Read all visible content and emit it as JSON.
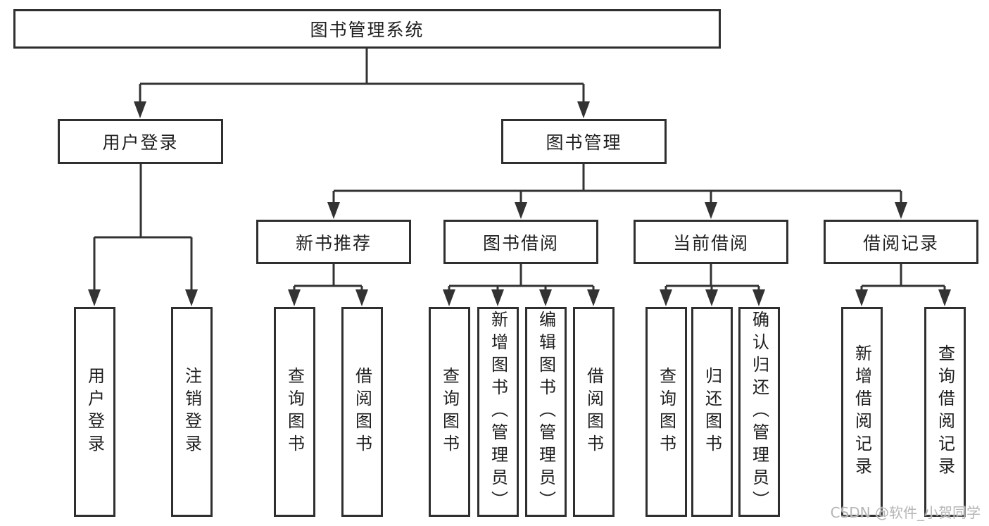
{
  "diagram": {
    "title": "图书管理系统",
    "nodes": {
      "root": "图书管理系统",
      "user_login": "用户登录",
      "book_mgmt": "图书管理",
      "new_book_rec": "新书推荐",
      "book_borrow": "图书借阅",
      "current_borrow": "当前借阅",
      "borrow_records": "借阅记录",
      "leaf_user_login": "用户登录",
      "leaf_logout": "注销登录",
      "leaf_nr_query": "查询图书",
      "leaf_nr_borrow": "借阅图书",
      "leaf_bb_query": "查询图书",
      "leaf_bb_add": "新增图书（管理员）",
      "leaf_bb_edit": "编辑图书（管理员）",
      "leaf_bb_borrow": "借阅图书",
      "leaf_cb_query": "查询图书",
      "leaf_cb_return": "归还图书",
      "leaf_cb_confirm": "确认归还（管理员）",
      "leaf_br_add": "新增借阅记录",
      "leaf_br_query": "查询借阅记录"
    },
    "hierarchy": {
      "图书管理系统": {
        "用户登录": [
          "用户登录",
          "注销登录"
        ],
        "图书管理": {
          "新书推荐": [
            "查询图书",
            "借阅图书"
          ],
          "图书借阅": [
            "查询图书",
            "新增图书（管理员）",
            "编辑图书（管理员）",
            "借阅图书"
          ],
          "当前借阅": [
            "查询图书",
            "归还图书",
            "确认归还（管理员）"
          ],
          "借阅记录": [
            "新增借阅记录",
            "查询借阅记录"
          ]
        }
      }
    }
  },
  "watermark": {
    "text": "CSDN @软件_小贺同学",
    "color": "#b5b5b5"
  },
  "colors": {
    "line": "#333333",
    "box_border": "#2f2f2f",
    "text": "#1e1e1e",
    "background": "#ffffff"
  }
}
